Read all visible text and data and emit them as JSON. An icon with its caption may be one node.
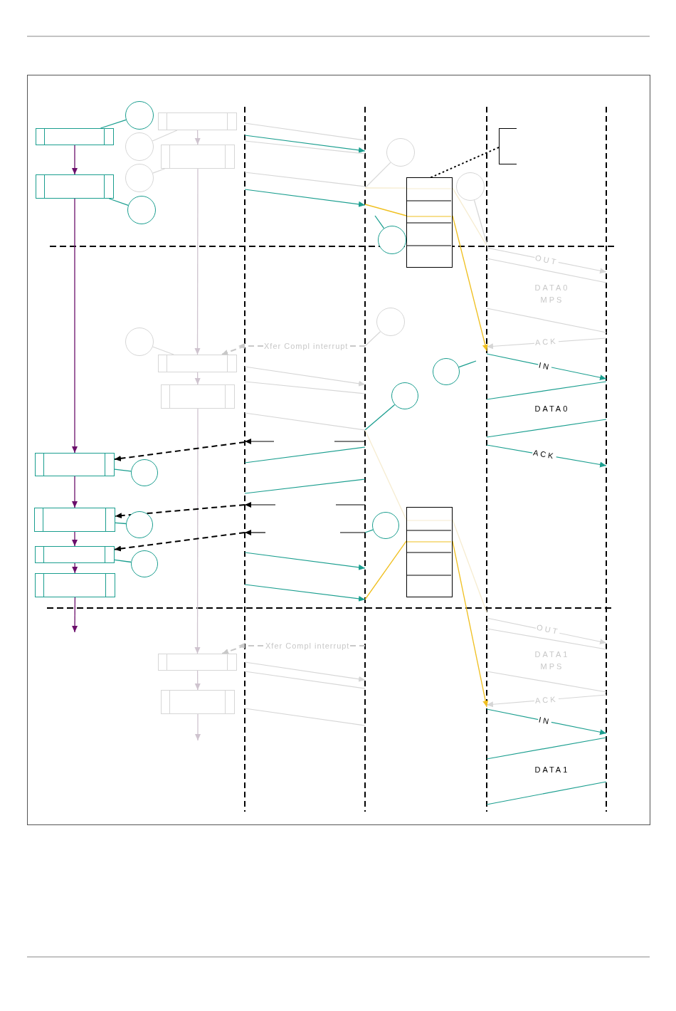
{
  "diagram": {
    "nodes": [
      {
        "text": [],
        "shape": "box"
      },
      {
        "text": [],
        "shape": "box"
      },
      {
        "text": [],
        "shape": "box"
      },
      {
        "text": [],
        "shape": "box"
      },
      {
        "text": [],
        "shape": "box"
      },
      {
        "text": [],
        "shape": "box"
      },
      {
        "text": [],
        "shape": "circle"
      },
      {
        "text": [],
        "shape": "circle"
      },
      {
        "text": [],
        "shape": "circle"
      },
      {
        "text": [],
        "shape": "circle"
      },
      {
        "text": [],
        "shape": "circle"
      },
      {
        "text": [],
        "shape": "circle"
      },
      {
        "text": [],
        "shape": "circle"
      },
      {
        "text": [],
        "shape": "circle"
      },
      {
        "text": [],
        "shape": "circle"
      },
      {
        "text": [],
        "shape": "box"
      },
      {
        "text": [],
        "shape": "box"
      },
      {
        "text": [],
        "shape": "box"
      },
      {
        "text": [],
        "shape": "box"
      },
      {
        "text": [],
        "shape": "box"
      },
      {
        "text": [],
        "shape": "box"
      },
      {
        "text": [],
        "shape": "circle"
      },
      {
        "text": [],
        "shape": "circle"
      },
      {
        "text": [],
        "shape": "circle"
      },
      {
        "text": [],
        "shape": "circle"
      },
      {
        "text": [],
        "shape": "circle"
      },
      {
        "text": [],
        "shape": "circle"
      },
      {
        "text": [],
        "shape": "box"
      },
      {
        "text": [],
        "shape": "box"
      },
      {
        "text": [],
        "shape": "bracket"
      }
    ],
    "edges": [
      {
        "from": 0,
        "to": 1,
        "arrow": "to",
        "color": "#6b0f6b"
      },
      {
        "from": 1,
        "to": 2,
        "arrow": "to",
        "color": "#6b0f6b"
      },
      {
        "from": 2,
        "to": 3,
        "arrow": "to",
        "color": "#6b0f6b"
      },
      {
        "from": 3,
        "to": 4,
        "arrow": "to",
        "color": "#6b0f6b"
      },
      {
        "from": 4,
        "to": 5,
        "arrow": "to",
        "color": "#6b0f6b"
      },
      {
        "from": 5,
        "to": null,
        "arrow": "to",
        "color": "#6b0f6b"
      },
      {
        "from": 6,
        "to": 0,
        "arrow": "none",
        "color": "#1a9e8f"
      },
      {
        "from": 7,
        "to": 1,
        "arrow": "none",
        "color": "#1a9e8f"
      },
      {
        "from": 8,
        "to": 2,
        "arrow": "none",
        "color": "#1a9e8f"
      },
      {
        "from": 9,
        "to": 3,
        "arrow": "none",
        "color": "#1a9e8f"
      },
      {
        "from": 10,
        "to": 4,
        "arrow": "none",
        "color": "#1a9e8f"
      },
      {
        "from": 11,
        "to": null,
        "arrow": "none",
        "color": "#1a9e8f"
      },
      {
        "from": 12,
        "to": null,
        "arrow": "none",
        "color": "#1a9e8f"
      },
      {
        "from": 13,
        "to": null,
        "arrow": "none",
        "color": "#1a9e8f"
      },
      {
        "from": 14,
        "to": null,
        "arrow": "none",
        "color": "#1a9e8f"
      },
      {
        "from": 15,
        "to": 16,
        "arrow": "to",
        "color": "#cfc4cf"
      },
      {
        "from": 16,
        "to": 17,
        "arrow": "to",
        "color": "#cfc4cf"
      },
      {
        "from": 17,
        "to": 18,
        "arrow": "to",
        "color": "#cfc4cf"
      },
      {
        "from": 18,
        "to": 19,
        "arrow": "to",
        "color": "#cfc4cf"
      },
      {
        "from": 19,
        "to": 20,
        "arrow": "to",
        "color": "#cfc4cf"
      },
      {
        "from": 20,
        "to": null,
        "arrow": "to",
        "color": "#cfc4cf"
      },
      {
        "from": 21,
        "to": 15,
        "arrow": "none",
        "color": "#d8d8d8"
      },
      {
        "from": 22,
        "to": 16,
        "arrow": "none",
        "color": "#d8d8d8"
      },
      {
        "from": 23,
        "to": null,
        "arrow": "none",
        "color": "#d8d8d8"
      },
      {
        "from": 24,
        "to": null,
        "arrow": "none",
        "color": "#d8d8d8"
      },
      {
        "from": 25,
        "to": 17,
        "arrow": "none",
        "color": "#d8d8d8"
      },
      {
        "from": 26,
        "to": null,
        "arrow": "none",
        "color": "#d8d8d8"
      },
      {
        "from": null,
        "to": 2,
        "arrow": "to",
        "style": "dashed",
        "color": "#000000"
      },
      {
        "from": null,
        "to": 3,
        "arrow": "to",
        "style": "dashed",
        "color": "#000000"
      },
      {
        "from": null,
        "to": 4,
        "arrow": "to",
        "style": "dashed",
        "color": "#000000"
      },
      {
        "from": null,
        "to": 17,
        "label": "Xfer Compl interrupt",
        "arrow": "to",
        "style": "dashed",
        "color": "#c8c8c8"
      },
      {
        "from": null,
        "to": 19,
        "label": "Xfer Compl interrupt",
        "arrow": "to",
        "style": "dashed",
        "color": "#c8c8c8"
      },
      {
        "from": 27,
        "to": 29,
        "arrow": "none",
        "style": "dashed",
        "color": "#000000"
      },
      {
        "from": null,
        "to": 27,
        "arrow": "none",
        "color": "#f0c020"
      },
      {
        "from": 27,
        "to": null,
        "arrow": "to",
        "color": "#f0c020"
      },
      {
        "from": null,
        "to": 27,
        "arrow": "none",
        "color": "#f6ecd0"
      },
      {
        "from": 27,
        "to": null,
        "arrow": "none",
        "color": "#f6ecd0"
      },
      {
        "from": null,
        "to": 28,
        "arrow": "none",
        "color": "#f0c020"
      },
      {
        "from": 28,
        "to": null,
        "arrow": "to",
        "color": "#f0c020"
      },
      {
        "from": null,
        "to": 28,
        "arrow": "none",
        "color": "#f6ecd0"
      },
      {
        "from": 28,
        "to": null,
        "arrow": "none",
        "color": "#f6ecd0"
      }
    ],
    "labels": [
      "OUT",
      "DATA0 MPS",
      "ACK",
      "IN",
      "DATA0",
      "ACK",
      "OUT",
      "DATA1 MPS",
      "ACK",
      "IN",
      "DATA1"
    ]
  }
}
